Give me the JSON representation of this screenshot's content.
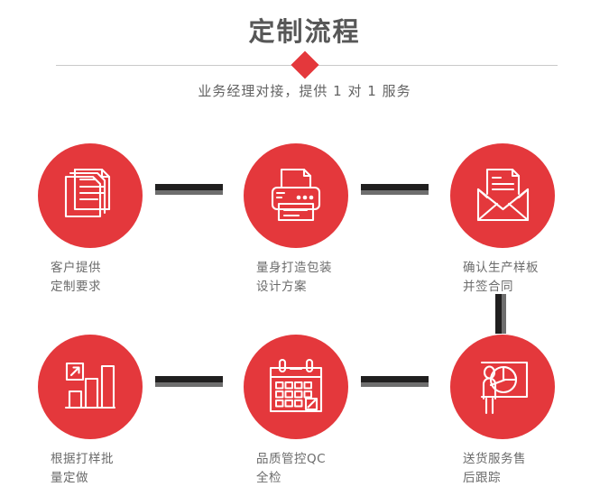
{
  "header": {
    "title": "定制流程",
    "subtitle": "业务经理对接，提供 1 对 1 服务",
    "diamond_color": "#e4383c",
    "rule_color": "#c9c9c9",
    "title_color": "#575757"
  },
  "theme": {
    "accent": "#e4383c",
    "connector_dark": "#201f1f",
    "connector_shadow": "#6e6e6e",
    "label_color": "#6b6b6b",
    "background": "#ffffff"
  },
  "steps": [
    {
      "id": 1,
      "icon": "documents-icon",
      "label": "客户提供\n定制要求"
    },
    {
      "id": 2,
      "icon": "printer-icon",
      "label": "量身打造包装\n设计方案"
    },
    {
      "id": 3,
      "icon": "envelope-icon",
      "label": "确认生产样板\n并签合同"
    },
    {
      "id": 4,
      "icon": "bar-chart-icon",
      "label": "根据打样批\n量定做"
    },
    {
      "id": 5,
      "icon": "calendar-icon",
      "label": "品质管控QC\n全检"
    },
    {
      "id": 6,
      "icon": "presentation-icon",
      "label": "送货服务售\n后跟踪"
    }
  ],
  "connectors": [
    {
      "id": "h1",
      "orientation": "horizontal",
      "from": 1,
      "to": 2
    },
    {
      "id": "h2",
      "orientation": "horizontal",
      "from": 2,
      "to": 3
    },
    {
      "id": "v1",
      "orientation": "vertical",
      "from": 3,
      "to": 6
    },
    {
      "id": "h3",
      "orientation": "horizontal",
      "from": 4,
      "to": 5
    },
    {
      "id": "h4",
      "orientation": "horizontal",
      "from": 5,
      "to": 6
    }
  ]
}
